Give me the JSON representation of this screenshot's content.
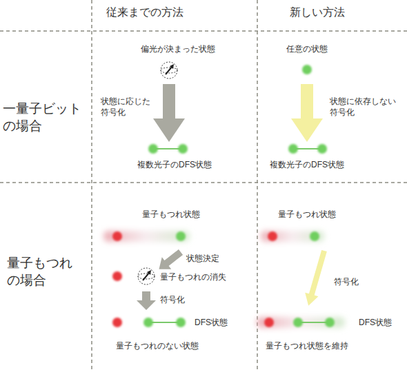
{
  "diagram": {
    "labels": [
      "従来までの方法",
      "新しい方法",
      "一量子ビット の場合",
      "偏光が決まった状態",
      "状態に応じた 符号化",
      "複数光子のDFS状態",
      "任意の状態",
      "状態に依存しない 符号化",
      "複数光子のDFS状態",
      "量子もつれ の場合",
      "量子もつれ状態",
      "状態決定",
      "量子もつれの消失",
      "符号化",
      "DFS状態",
      "量子もつれのない状態",
      "量子もつれ状態",
      "符号化",
      "DFS状態",
      "量子もつれ状態を維持"
    ]
  }
}
